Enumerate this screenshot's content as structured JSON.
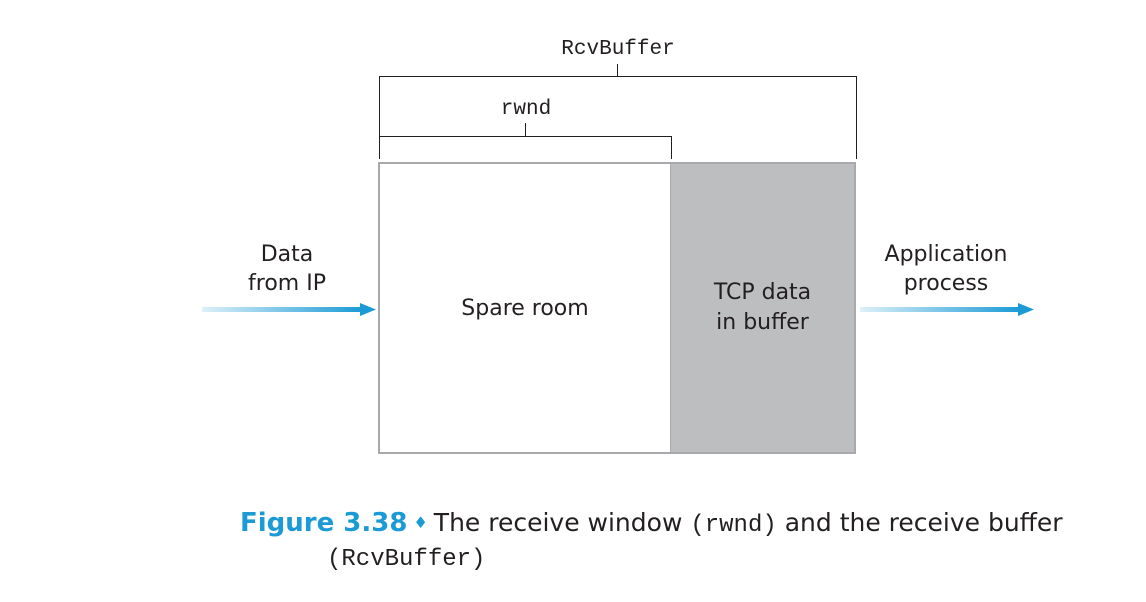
{
  "diagram": {
    "rcvbuffer_label": "RcvBuffer",
    "rwnd_label": "rwnd",
    "spare_room_label": "Spare room",
    "tcp_data_line1": "TCP data",
    "tcp_data_line2": "in buffer",
    "input_line1": "Data",
    "input_line2": "from IP",
    "output_line1": "Application",
    "output_line2": "process",
    "colors": {
      "buffer_fill": "#bcbec0",
      "buffer_border": "#a7a9ac",
      "arrow_blue": "#1b9ad6",
      "caption_blue": "#1b9ad6"
    }
  },
  "caption": {
    "figure_number": "Figure 3.38",
    "separator": "♦",
    "text_1": "The receive window ",
    "code_1": "(rwnd)",
    "text_2": " and the receive buffer",
    "code_2": "(RcvBuffer)"
  }
}
